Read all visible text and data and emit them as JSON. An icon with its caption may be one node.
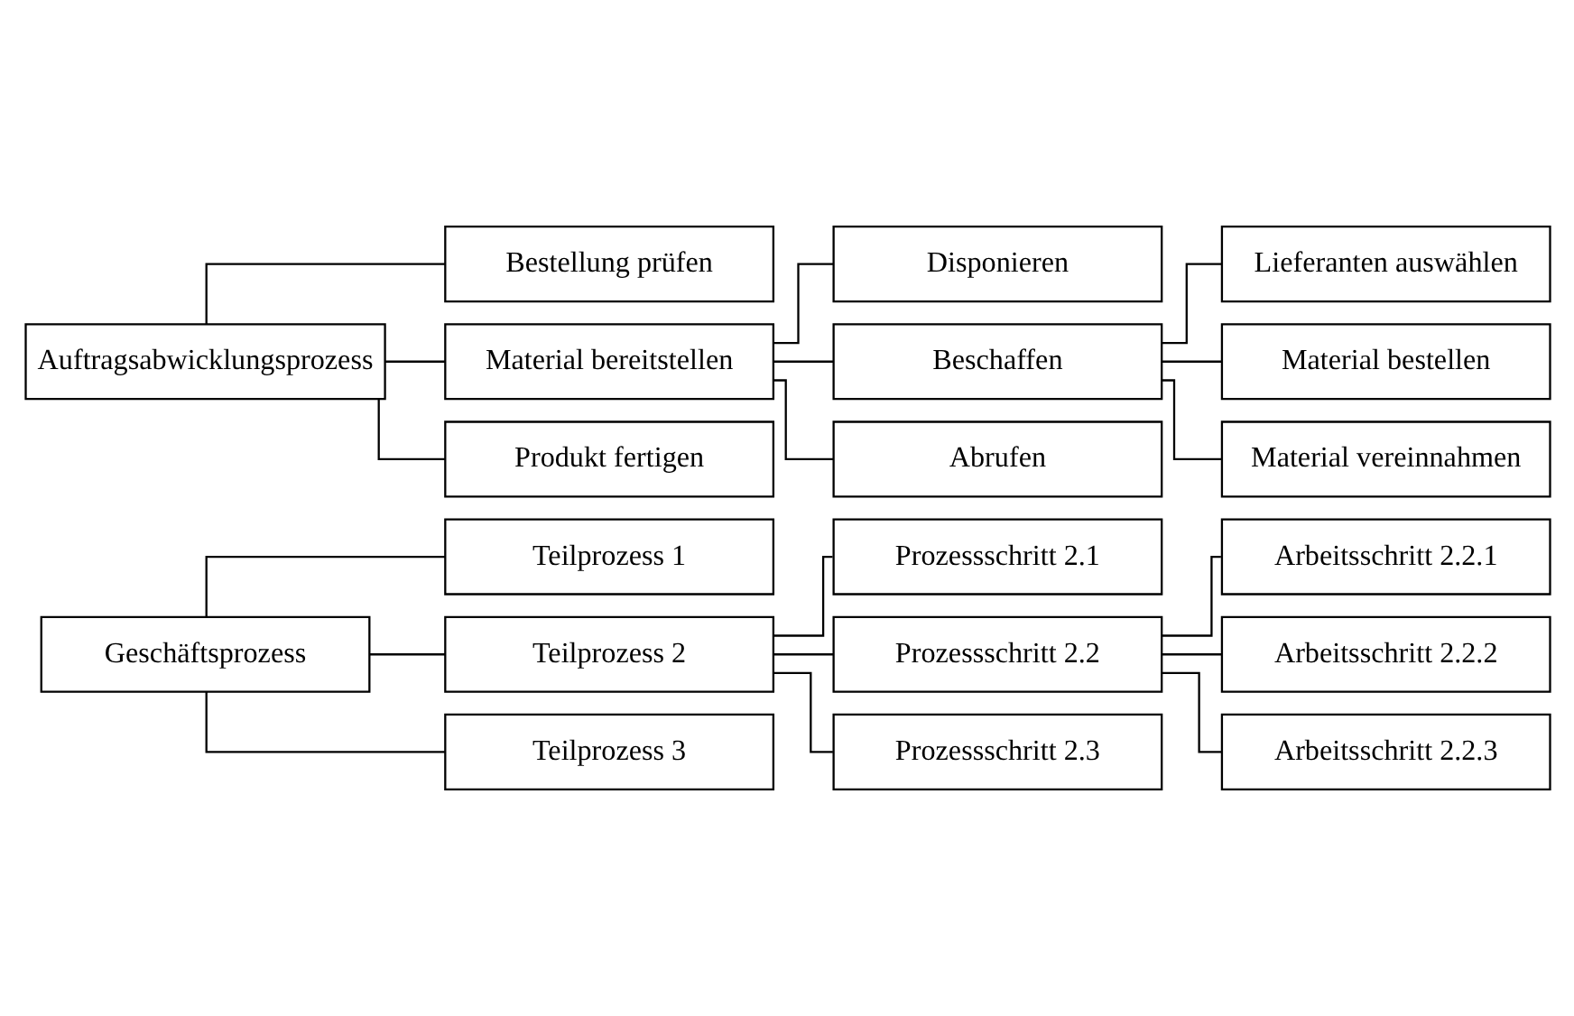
{
  "diagram": {
    "nodes": [
      {
        "text": [
          "Geschäftsprozess"
        ]
      },
      {
        "text": [
          "Teilprozess 1"
        ]
      },
      {
        "text": [
          "Teilprozess 2"
        ]
      },
      {
        "text": [
          "Prozessschritt 2.1"
        ]
      },
      {
        "text": [
          "Prozessschritt 2.2"
        ]
      },
      {
        "text": [
          "Arbeitsschritt 2.2.1"
        ]
      },
      {
        "text": [
          "Arbeitsschritt 2.2.2"
        ]
      },
      {
        "text": [
          "Arbeitsschritt 2.2.3"
        ]
      },
      {
        "text": [
          "Prozessschritt 2.3"
        ]
      },
      {
        "text": [
          "Teilprozess 3"
        ]
      },
      {
        "text": [
          "Auftragsabwicklungsprozess"
        ]
      },
      {
        "text": [
          "Bestellung prüfen"
        ]
      },
      {
        "text": [
          "Material bereitstellen"
        ]
      },
      {
        "text": [
          "Disponieren"
        ]
      },
      {
        "text": [
          "Beschaffen"
        ]
      },
      {
        "text": [
          "Lieferanten auswählen"
        ]
      },
      {
        "text": [
          "Material bestellen"
        ]
      },
      {
        "text": [
          "Material vereinnahmen"
        ]
      },
      {
        "text": [
          "Abrufen"
        ]
      },
      {
        "text": [
          "Produkt fertigen"
        ]
      }
    ],
    "edges": [
      {
        "from": 0,
        "to": 1,
        "arrow": "none"
      },
      {
        "from": 0,
        "to": 2,
        "arrow": "none"
      },
      {
        "from": 2,
        "to": 3,
        "arrow": "none"
      },
      {
        "from": 2,
        "to": 4,
        "arrow": "none"
      },
      {
        "from": 4,
        "to": 5,
        "arrow": "none"
      },
      {
        "from": 4,
        "to": 6,
        "arrow": "none"
      },
      {
        "from": 4,
        "to": 7,
        "arrow": "none"
      },
      {
        "from": 2,
        "to": 8,
        "arrow": "none"
      },
      {
        "from": 0,
        "to": 9,
        "arrow": "none"
      },
      {
        "from": 10,
        "to": 11,
        "arrow": "none"
      },
      {
        "from": 10,
        "to": 12,
        "arrow": "none"
      },
      {
        "from": 12,
        "to": 13,
        "arrow": "none"
      },
      {
        "from": 12,
        "to": 14,
        "arrow": "none"
      },
      {
        "from": 14,
        "to": 15,
        "arrow": "none"
      },
      {
        "from": 14,
        "to": 16,
        "arrow": "none"
      },
      {
        "from": 14,
        "to": 17,
        "arrow": "none"
      },
      {
        "from": 12,
        "to": 18,
        "arrow": "none"
      },
      {
        "from": 10,
        "to": 19,
        "arrow": "none"
      }
    ]
  }
}
